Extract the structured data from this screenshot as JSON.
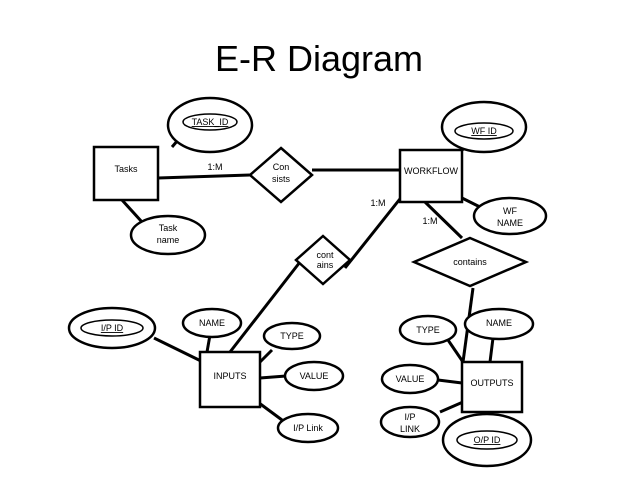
{
  "title": "E-R Diagram",
  "entities": {
    "tasks": "Tasks",
    "workflow": "WORKFLOW",
    "inputs": "INPUTS",
    "outputs": "OUTPUTS"
  },
  "relationships": {
    "consists": [
      "Con",
      "sists"
    ],
    "contains_inputs": [
      "cont",
      "ains"
    ],
    "contains_outputs": "contains"
  },
  "attributes": {
    "task_id": "TASK_ID",
    "task_name": [
      "Task",
      "name"
    ],
    "wf_id": "WF ID",
    "wf_name": [
      "WF",
      "NAME"
    ],
    "ip_id": "I/P ID",
    "inputs_name": "NAME",
    "inputs_type": "TYPE",
    "inputs_value": "VALUE",
    "ip_link": "I/P Link",
    "outputs_type": "TYPE",
    "outputs_name": "NAME",
    "outputs_value": "VALUE",
    "op_link": [
      "I/P",
      "LINK"
    ],
    "op_id": "O/P ID"
  },
  "cardinalities": {
    "tasks_consists": "1:M",
    "workflow_contains_inputs": "1:M",
    "workflow_contains_outputs": "1:M"
  }
}
